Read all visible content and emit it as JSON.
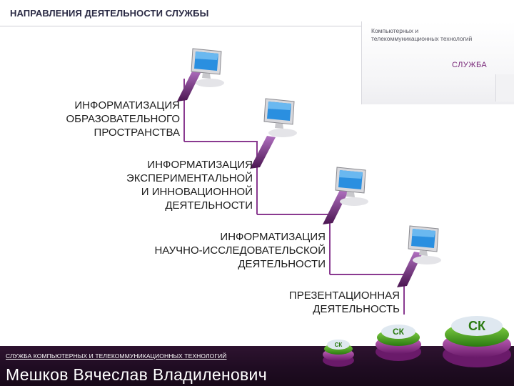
{
  "header": {
    "title": "НАПРАВЛЕНИЯ ДЕЯТЕЛЬНОСТИ СЛУЖБЫ"
  },
  "side_panel": {
    "caption": "Компьютерных и телекоммуникационных технологий",
    "label": "СЛУЖБА"
  },
  "steps": [
    {
      "lines": [
        "ИНФОРМАТИЗАЦИЯ",
        "ОБРАЗОВАТЕЛЬНОГО",
        "ПРОСТРАНСТВА"
      ],
      "icon": "computer-icon"
    },
    {
      "lines": [
        "ИНФОРМАТИЗАЦИЯ",
        "ЭКСПЕРИМЕНТАЛЬНОЙ",
        "И ИННОВАЦИОННОЙ",
        "ДЕЯТЕЛЬНОСТИ"
      ],
      "icon": "computer-icon"
    },
    {
      "lines": [
        "ИНФОРМАТИЗАЦИЯ",
        "НАУЧНО-ИССЛЕДОВАТЕЛЬСКОЙ",
        "ДЕЯТЕЛЬНОСТИ"
      ],
      "icon": "computer-icon"
    },
    {
      "lines": [
        "ПРЕЗЕНТАЦИОННАЯ",
        "ДЕЯТЕЛЬНОСТЬ"
      ],
      "icon": "computer-icon"
    }
  ],
  "footer": {
    "service": "СЛУЖБА КОМПЬЮТЕРНЫХ И ТЕЛЕКОММУНИКАЦИОННЫХ ТЕХНОЛОГИЙ",
    "name": "Мешков Вячеслав Владиленович"
  },
  "logo": {
    "mark_text": "СК",
    "icon": "logo-disc-stack-icon"
  },
  "colors": {
    "accent": "#7a2a7a",
    "line": "#8a3a90",
    "footer": "#1f0c22",
    "screen": "#2a8fe0",
    "logo_green": "#3a9a1a"
  }
}
